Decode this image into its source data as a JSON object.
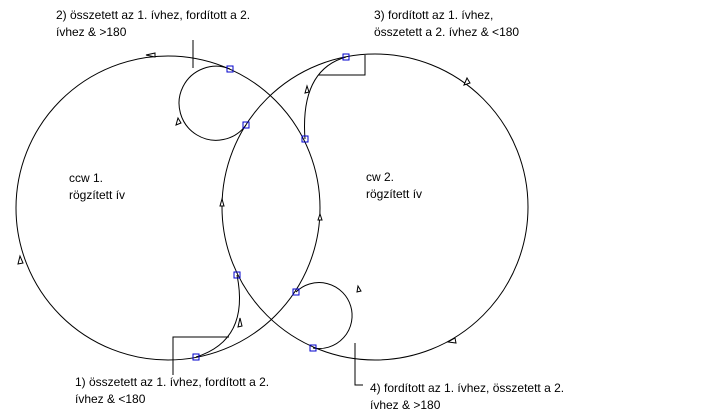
{
  "colors": {
    "line": "#000000",
    "grip": "#0000cc"
  },
  "annotations": {
    "a2": {
      "line1": "2) összetett az 1. ívhez, fordított a 2.",
      "line2": "ívhez & >180"
    },
    "a3": {
      "line1": "3) fordított az 1. ívhez,",
      "line2": "összetett a 2. ívhez & <180"
    },
    "a1": {
      "line1": "1) összetett az 1. ívhez, fordított a 2.",
      "line2": "ívhez & <180"
    },
    "a4": {
      "line1": "4) fordított az 1. ívhez, összetett a 2.",
      "line2": "ívhez & >180"
    }
  },
  "arcs": {
    "arc1": {
      "line1": "ccw 1.",
      "line2": "rögzített ív"
    },
    "arc2": {
      "line1": "cw 2.",
      "line2": "rögzített ív"
    }
  }
}
